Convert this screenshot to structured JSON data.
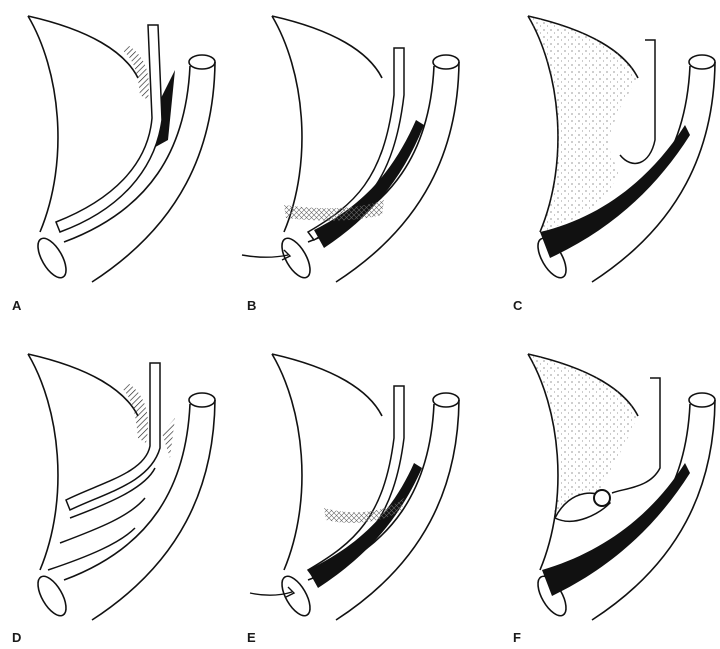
{
  "figure": {
    "panels": [
      {
        "id": "A",
        "label": "A"
      },
      {
        "id": "B",
        "label": "B"
      },
      {
        "id": "C",
        "label": "C"
      },
      {
        "id": "D",
        "label": "D"
      },
      {
        "id": "E",
        "label": "E"
      },
      {
        "id": "F",
        "label": "F"
      }
    ]
  }
}
